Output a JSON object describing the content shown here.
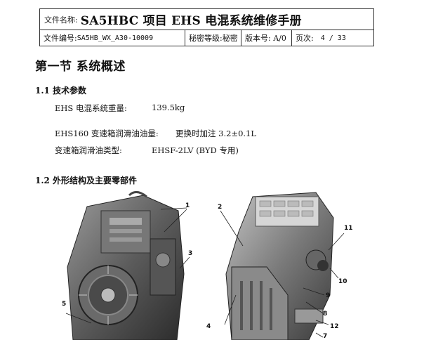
{
  "header": {
    "doc_name_label": "文件名称:",
    "doc_title": "SA5HBC 项目 EHS 电混系统维修手册",
    "doc_no_label": "文件编号:",
    "doc_no_value": "SA5HB_WX_A30-10009",
    "secrecy": "秘密等级:秘密",
    "version": "版本号: A/0",
    "page_label": "页次:",
    "page_value": "4 / 33"
  },
  "section": {
    "title": "第一节 系统概述",
    "sub1": {
      "heading": "1.1 技术参数",
      "params": [
        {
          "label": "EHS 电混系统重量:",
          "value": "139.5kg"
        },
        {
          "label": "EHS160 变速箱润滑油油量:",
          "value": "更换时加注 3.2±0.1L"
        },
        {
          "label": "变速箱润滑油类型:",
          "value": "EHSF-2LV (BYD 专用)"
        }
      ]
    },
    "sub2": {
      "heading": "1.2 外形结构及主要零部件"
    }
  },
  "figure": {
    "left_callouts": [
      "1",
      "3",
      "5"
    ],
    "right_callouts": [
      "2",
      "11",
      "10",
      "9",
      "8",
      "4",
      "12",
      "7"
    ]
  }
}
